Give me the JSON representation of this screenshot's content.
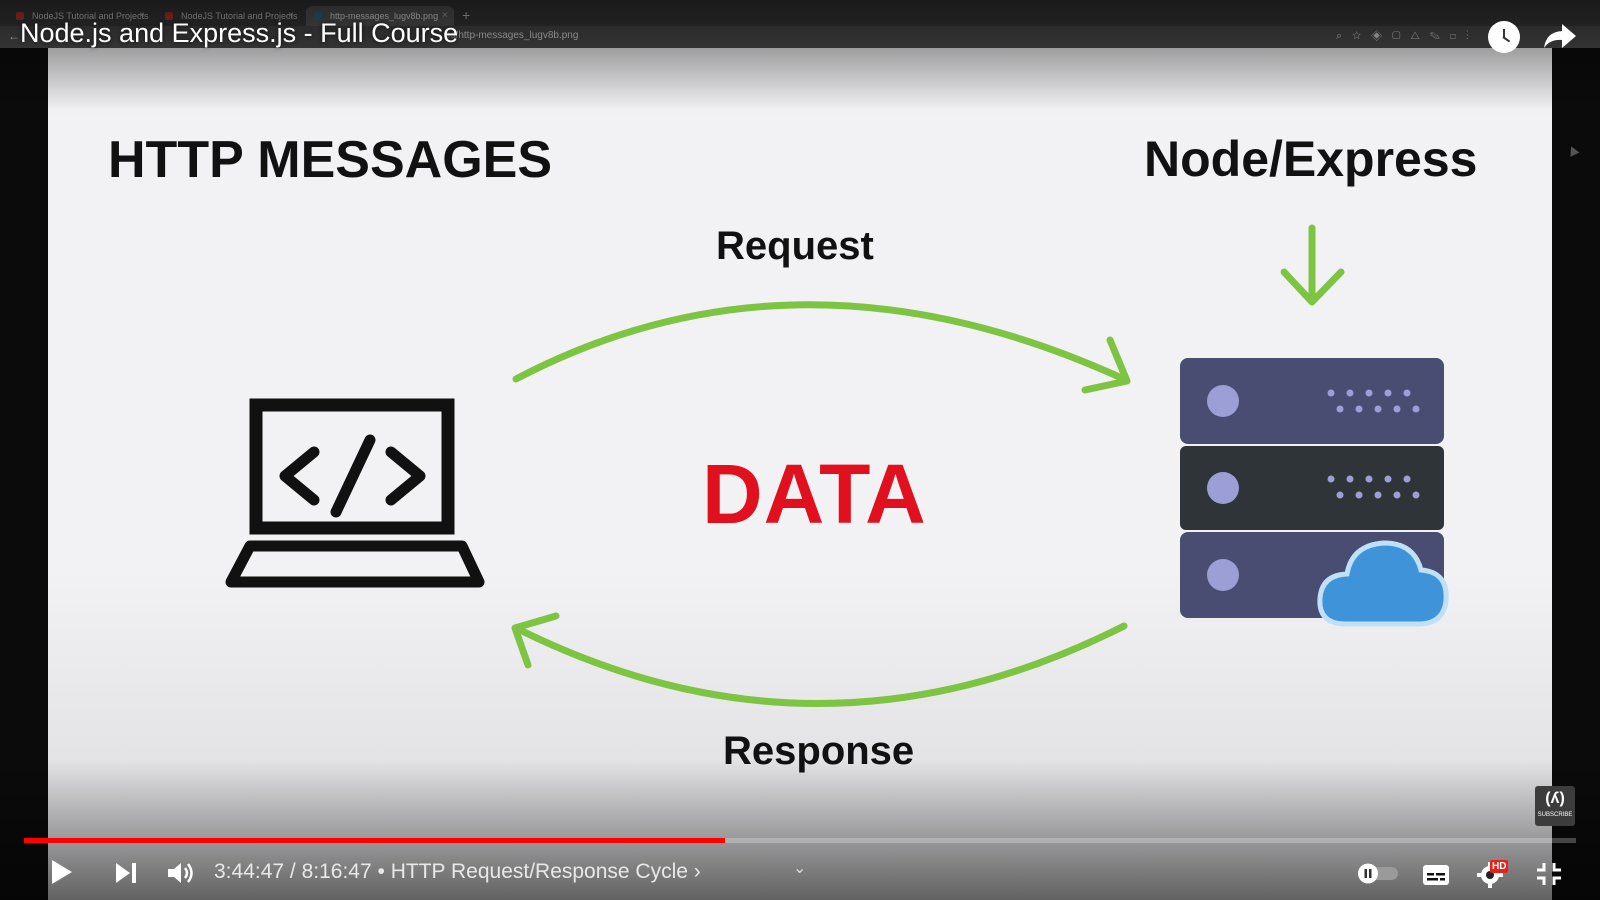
{
  "browser": {
    "tabs": [
      {
        "label": "NodeJS Tutorial and Projects",
        "active": false
      },
      {
        "label": "NodeJS Tutorial and Projects",
        "active": false
      },
      {
        "label": "http-messages_lugv8b.png",
        "active": true
      }
    ],
    "url_fragment": "es/http-messages_lugv8b.png"
  },
  "player": {
    "title": "Node.js and Express.js - Full Course",
    "current_time": "3:44:47",
    "duration": "8:16:47",
    "chapter": "HTTP Request/Response Cycle",
    "progress_fraction": 0.4518,
    "hd_badge": "HD",
    "watermark_text": "SUBSCRIBE"
  },
  "slide": {
    "heading_left": "HTTP MESSAGES",
    "heading_right": "Node/Express",
    "request_label": "Request",
    "response_label": "Response",
    "data_label": "DATA",
    "accent_green": "#7dc443",
    "accent_red": "#e0101e"
  },
  "icons": {
    "laptop": "laptop-code-icon",
    "server": "server-rack-icon",
    "cloud": "cloud-icon"
  },
  "colors": {
    "progress_red": "#ff0000",
    "server_top": "#4a4d72",
    "server_mid": "#2f3438",
    "server_dot": "#9b9fd6",
    "cloud": "#3f93d9"
  }
}
